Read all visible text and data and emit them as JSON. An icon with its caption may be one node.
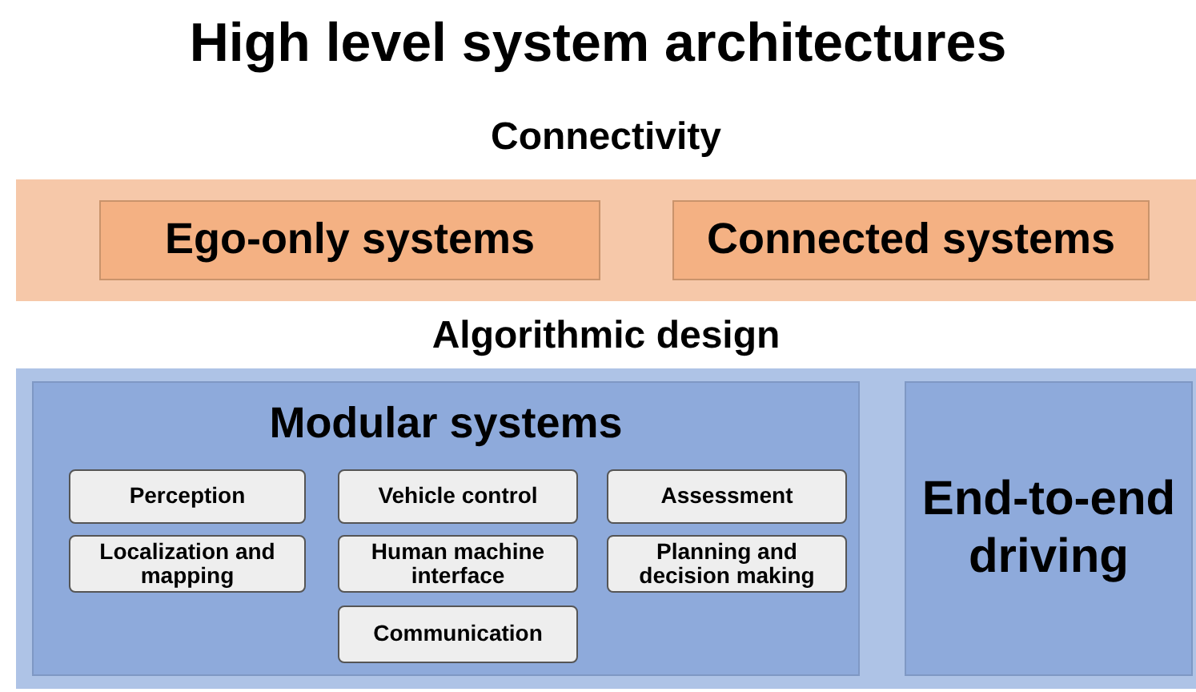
{
  "diagram": {
    "title": "High level system architectures",
    "nodes": [
      {
        "text": [
          "Connectivity"
        ]
      },
      {
        "text": [
          "Ego-only systems"
        ],
        "in": 0
      },
      {
        "text": [
          "Connected systems"
        ],
        "in": 0
      },
      {
        "text": [
          "Algorithmic design"
        ]
      },
      {
        "text": [
          "Modular systems"
        ],
        "in": 3
      },
      {
        "text": [
          "Perception"
        ],
        "in": 4
      },
      {
        "text": [
          "Vehicle control"
        ],
        "in": 4
      },
      {
        "text": [
          "Assessment"
        ],
        "in": 4
      },
      {
        "text": [
          "Localization and mapping"
        ],
        "in": 4
      },
      {
        "text": [
          "Human machine interface"
        ],
        "in": 4
      },
      {
        "text": [
          "Planning and decision making"
        ],
        "in": 4
      },
      {
        "text": [
          "Communication"
        ],
        "in": 4
      },
      {
        "text": [
          "End-to-end driving"
        ],
        "in": 3
      }
    ]
  }
}
